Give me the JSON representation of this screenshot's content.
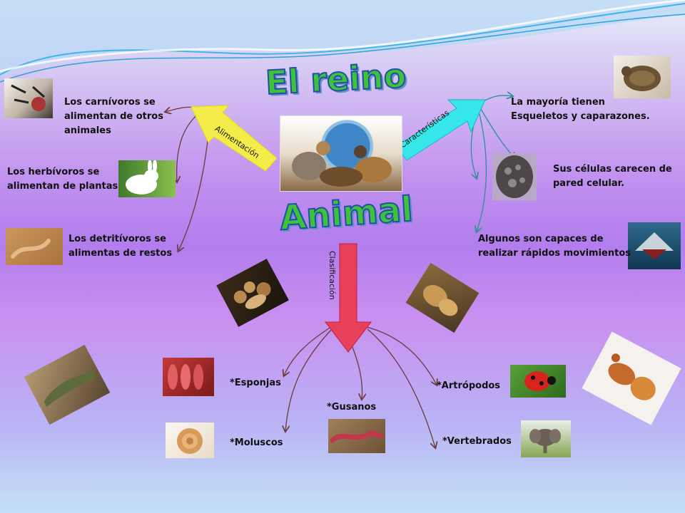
{
  "title": {
    "line1": "El reino",
    "line2": "Animal"
  },
  "arrows": {
    "alimentacion": "Alimentación",
    "caracteristicas": "Características",
    "clasificacion": "Clasificación"
  },
  "alimentacion": {
    "carnivoros": "Los carnívoros  se\nalimentan de otros\nanimales",
    "herbivoros": "Los herbívoros se\nalimentan de plantas",
    "detritivoros": "Los detritívoros se\nalimentas de restos"
  },
  "caracteristicas": {
    "esqueletos": "La mayoría tienen\nEsqueletos  y caparazones.",
    "celulas": "Sus células carecen de\npared celular.",
    "movimientos": "Algunos son capaces de\nrealizar rápidos movimientos"
  },
  "clasificacion": {
    "esponjas": "*Esponjas",
    "gusanos": "*Gusanos",
    "moluscos": "*Moluscos",
    "artropodos": "*Artrópodos",
    "vertebrados": "*Vertebrados"
  },
  "icons": [
    "tiger-icon",
    "rabbit-icon",
    "worm-icon",
    "turtle-icon",
    "cell-icon",
    "shark-icon",
    "animals-icon",
    "nuts-icon",
    "lions-icon",
    "crocodile-icon",
    "sponge-icon",
    "shell-icon",
    "earthworm-icon",
    "ladybug-icon",
    "elephant-icon",
    "crab-icon"
  ],
  "colors": {
    "title_fill": "#3ec23a",
    "title_outline": "#1f4fa8",
    "arrow_alimentacion": "#f2ea2a",
    "arrow_caracteristicas": "#36e6e8",
    "arrow_clasificacion": "#e8405a"
  }
}
